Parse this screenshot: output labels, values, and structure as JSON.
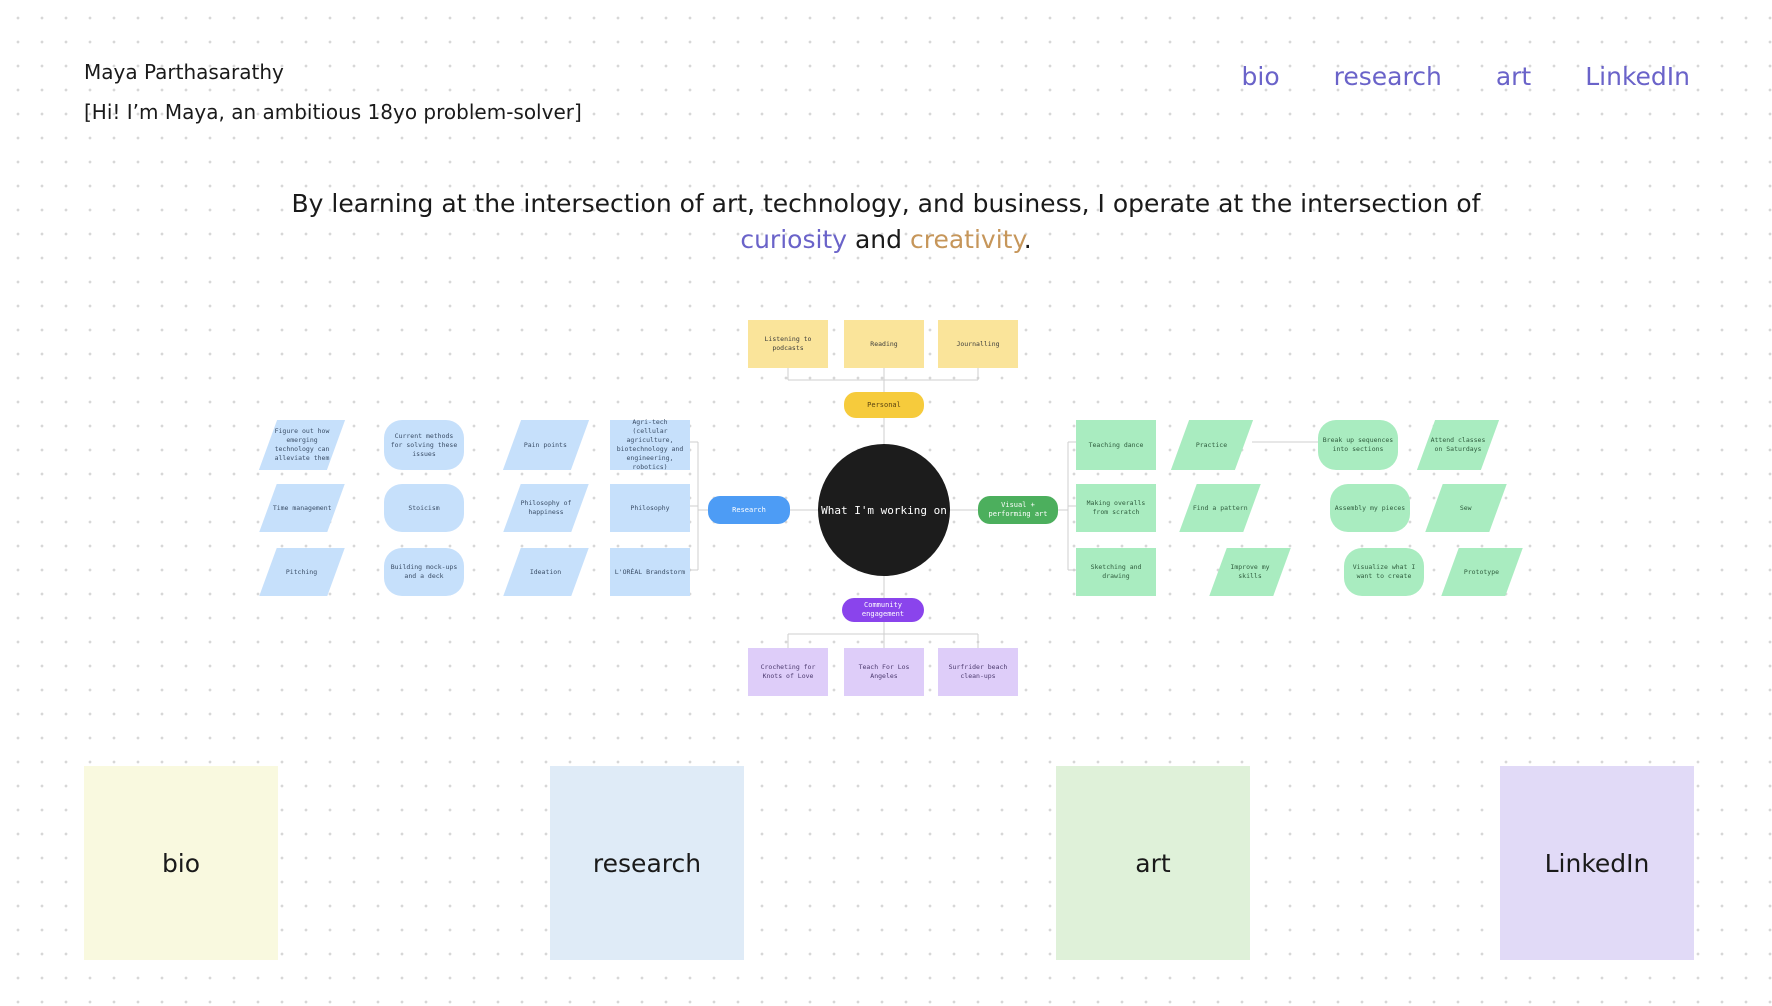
{
  "header": {
    "owner_name": "Maya Parthasarathy",
    "tagline": "[Hi! I’m Maya, an ambitious 18yo problem-solver]"
  },
  "nav": {
    "bio": "bio",
    "research": "research",
    "art": "art",
    "linkedin": "LinkedIn"
  },
  "headline": {
    "text_before": "By learning at the intersection of art, technology, and business, I operate at the intersection of",
    "curiosity": "curiosity",
    "and": "and",
    "creativity": "creativity",
    "period": "."
  },
  "mindmap": {
    "center": "What I'm working on",
    "personal": {
      "label": "Personal",
      "items": [
        "Listening to podcasts",
        "Reading",
        "Journalling"
      ]
    },
    "research": {
      "label": "Research",
      "items": [
        "Figure out how emerging technology can alleviate them",
        "Current methods for solving these issues",
        "Pain points",
        "Agri-tech (cellular agriculture, biotechnology and engineering, robotics)",
        "Time management",
        "Stoicism",
        "Philosophy of happiness",
        "Philosophy",
        "Pitching",
        "Building mock-ups and a deck",
        "Ideation",
        "L'ORÉAL Brandstorm"
      ]
    },
    "visual_arts": {
      "label": "Visual + performing art",
      "items": [
        "Teaching dance",
        "Practice",
        "Break up sequences into sections",
        "Attend classes on Saturdays",
        "Making overalls from scratch",
        "Find a pattern",
        "Assembly my pieces",
        "Sew",
        "Sketching and drawing",
        "Improve my skills",
        "Visualize what I want to create",
        "Prototype"
      ]
    },
    "community": {
      "label": "Community engagement",
      "items": [
        "Crocheting for Knots of Love",
        "Teach For Los Angeles",
        "Surfrider beach clean-ups"
      ]
    }
  },
  "tiles": {
    "bio": "bio",
    "research": "research",
    "art": "art",
    "linkedin": "LinkedIn"
  },
  "colors": {
    "accent_purple": "#6a63c9",
    "accent_gold": "#c6965a"
  }
}
